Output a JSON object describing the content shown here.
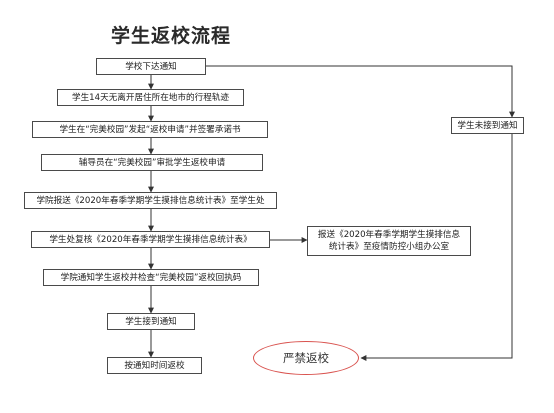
{
  "title": "学生返校流程",
  "nodes": {
    "n1": "学校下达通知",
    "n2": "学生14天无离开居住所在地市的行程轨迹",
    "n3": "学生在“完美校园”发起“返校申请”并签署承诺书",
    "n4": "辅导员在“完美校园”审批学生返校申请",
    "n5": "学院报送《2020年春季学期学生摸排信息统计表》至学生处",
    "n6": "学生处复核《2020年春季学期学生摸排信息统计表》",
    "n7": "学院通知学生返校并检查“完美校园”返校回执码",
    "n8": "学生接到通知",
    "n9": "按通知时间返校",
    "side_report": "报送《2020年春季学期学生摸排信息统计表》至疫情防控小组办公室",
    "side_not_notified": "学生未接到通知",
    "end_oval": "严禁返校"
  }
}
